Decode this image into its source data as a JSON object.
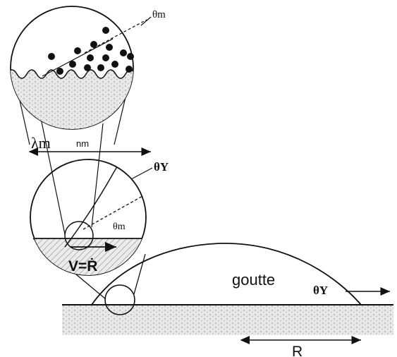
{
  "diagram": {
    "labels": {
      "theta_m_top": "θm",
      "lambda_m": "λm",
      "nm": "nm",
      "theta_y_middle": "θY",
      "theta_m_middle": "θm",
      "velocity": "V=Ṙ",
      "drop": "goutte",
      "theta_y_drop": "θY",
      "radius": "R"
    },
    "colors": {
      "ink": "#111111",
      "substrate_fill": "#e6e6e6",
      "hatch": "#9a9a9a"
    }
  }
}
